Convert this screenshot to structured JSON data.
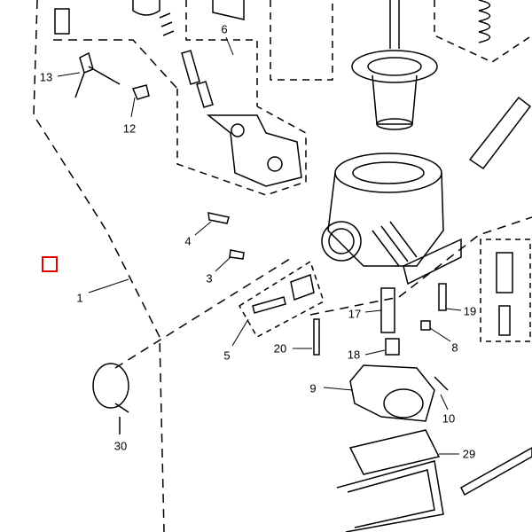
{
  "diagram": {
    "title": "Carburetor exploded parts diagram",
    "part_labels": [
      "13",
      "12",
      "6",
      "4",
      "3",
      "1",
      "5",
      "20",
      "17",
      "19",
      "8",
      "18",
      "9",
      "10",
      "30",
      "29"
    ]
  },
  "selection": {
    "color": "#e00000"
  },
  "colors": {
    "line": "#000000",
    "background": "#ffffff"
  }
}
